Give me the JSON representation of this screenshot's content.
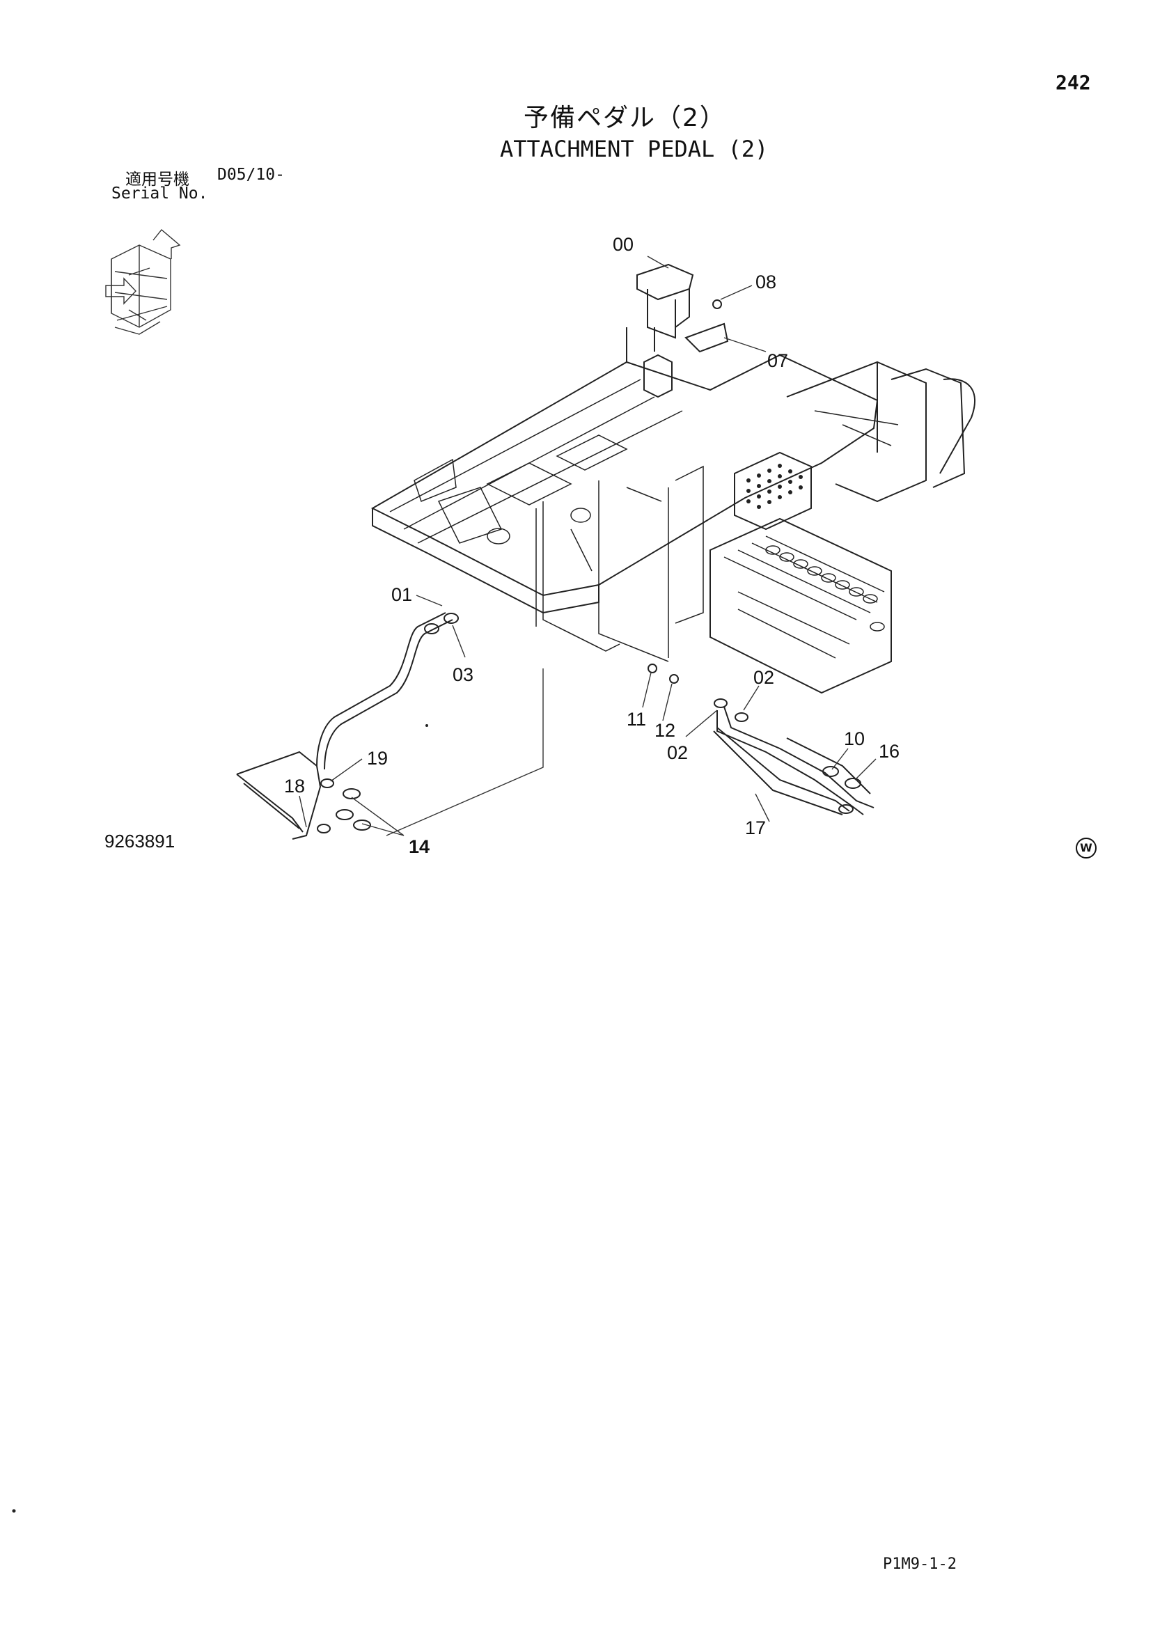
{
  "page_number": "242",
  "title_jp": "予備ペダル（2）",
  "title_en": "ATTACHMENT PEDAL (2)",
  "serial_label_jp": "適用号機",
  "serial_code": "D05/10-",
  "serial_label_en": "Serial No.",
  "drawing_number": "9263891",
  "footer_code": "P1M9-1-2",
  "w_mark": "W",
  "callouts": [
    "00",
    "08",
    "07",
    "01",
    "03",
    "02",
    "11",
    "12",
    "02",
    "10",
    "16",
    "17",
    "19",
    "18",
    "14"
  ]
}
